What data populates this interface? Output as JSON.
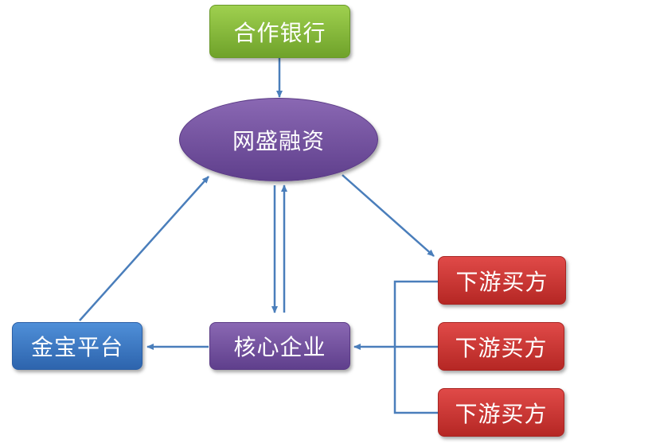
{
  "nodes": {
    "bank": "合作银行",
    "platform_center": "网盛融资",
    "core": "核心企业",
    "jinbao": "金宝平台",
    "buyer1": "下游买方",
    "buyer2": "下游买方",
    "buyer3": "下游买方"
  },
  "colors": {
    "green": "#7ab035",
    "purple": "#6e4b9e",
    "blue": "#3a77c4",
    "red": "#c83431",
    "arrow": "#4a7ebb"
  }
}
